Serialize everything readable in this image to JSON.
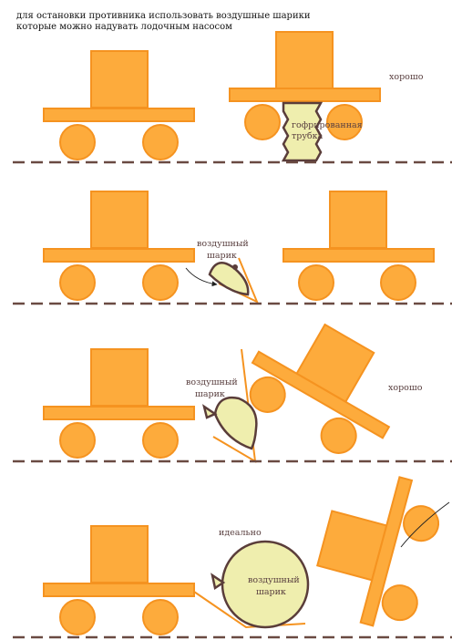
{
  "header": {
    "line1": "для остановки противника использовать воздушные шарики",
    "line2": "которые можно надувать лодочным насосом"
  },
  "panels": [
    {
      "right_label": "хорошо",
      "tube_label_1": "гофрированная",
      "tube_label_2": "трубка"
    },
    {
      "balloon_label_1": "воздушный",
      "balloon_label_2": "шарик"
    },
    {
      "balloon_label_1": "воздушный",
      "balloon_label_2": "шарик",
      "right_label": "хорошо"
    },
    {
      "top_label": "идеально",
      "balloon_label_1": "воздушный",
      "balloon_label_2": "шарик"
    }
  ],
  "colors": {
    "cart_fill": "#fdab3c",
    "cart_stroke": "#f59320",
    "balloon_fill": "#efeeae",
    "balloon_stroke": "#5a3d3a",
    "ground": "#6a4a42",
    "arrow": "#222222"
  }
}
